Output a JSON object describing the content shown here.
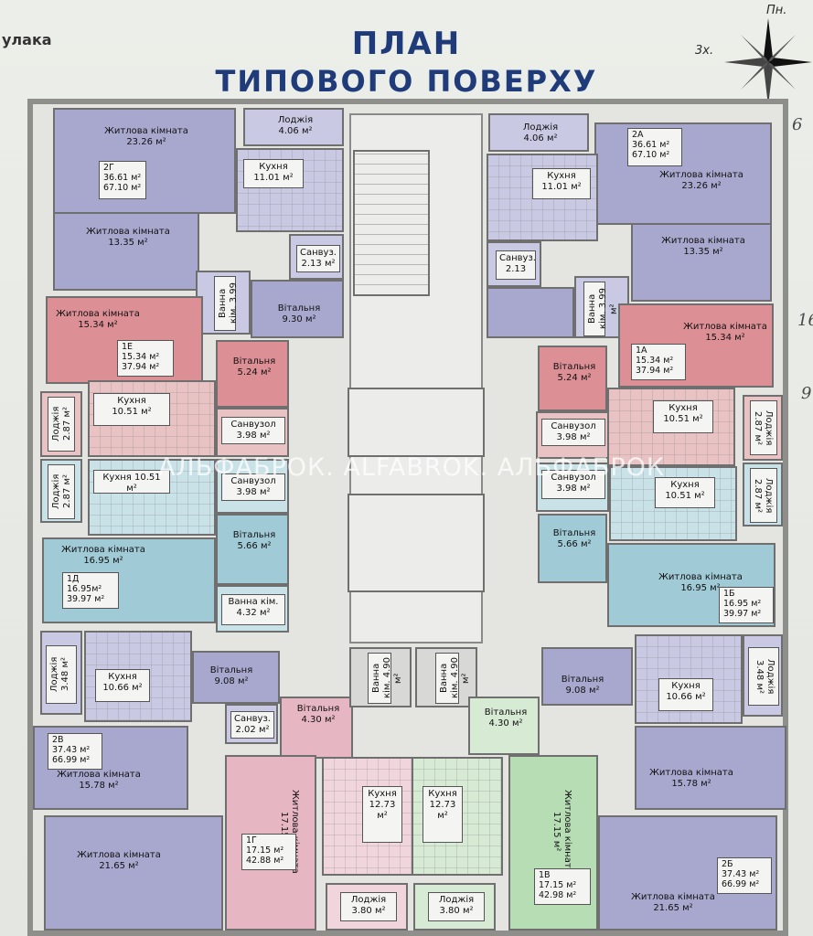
{
  "header": {
    "street": "улака",
    "title_line1": "ПЛАН",
    "title_line2": "ТИПОВОГО ПОВЕРХУ",
    "north": "Пн.",
    "note": "3х.",
    "pencil_marks": [
      "6",
      "16",
      "9"
    ]
  },
  "watermark": "АЛЬФАБРОК. ALFABROK. АЛЬФАБРОК",
  "labels": {
    "zhk": "Житлова кімната",
    "kukhnia": "Кухня",
    "vitalnia": "Вітальня",
    "loggia": "Лоджія",
    "sanvuz": "Санвуз.",
    "sanvuzol": "Санвузол",
    "vanna": "Ванна кім."
  },
  "units": {
    "u2g": {
      "code": "2Г",
      "living": "36.61 м²",
      "total": "67.10 м²"
    },
    "u2a": {
      "code": "2А",
      "living": "36.61 м²",
      "total": "67.10 м²"
    },
    "u1e": {
      "code": "1Е",
      "living": "15.34 м²",
      "total": "37.94 м²"
    },
    "u1a": {
      "code": "1А",
      "living": "15.34 м²",
      "total": "37.94 м²"
    },
    "u1d": {
      "code": "1Д",
      "living": "16.95м²",
      "total": "39.97 м²"
    },
    "u1b": {
      "code": "1Б",
      "living": "16.95 м²",
      "total": "39.97 м²"
    },
    "u2v": {
      "code": "2В",
      "living": "37.43 м²",
      "total": "66.99 м²"
    },
    "u2b": {
      "code": "2Б",
      "living": "37.43 м²",
      "total": "66.99 м²"
    },
    "u1g": {
      "code": "1Г",
      "living": "17.15 м²",
      "total": "42.88 м²"
    },
    "u1v": {
      "code": "1В",
      "living": "17.15 м²",
      "total": "42.98 м²"
    }
  },
  "areas": {
    "a2326": "23.26 м²",
    "a1335": "13.35 м²",
    "a406": "4.06 м²",
    "a1101": "11.01 м²",
    "a213": "2.13 м²",
    "a213b": "2.13",
    "a399": "3.99",
    "a399b": "3.99 м²",
    "a930": "9.30 м²",
    "a1534": "15.34 м²",
    "a524": "5.24 м²",
    "a1051": "10.51 м²",
    "a398": "3.98 м²",
    "a287": "2.87 м²",
    "a566": "5.66 м²",
    "a1695": "16.95 м²",
    "a432": "4.32 м²",
    "a1066": "10.66 м²",
    "a908": "9.08 м²",
    "a348": "3.48 м²",
    "a202": "2.02 м²",
    "a430": "4.30 м²",
    "a1578": "15.78 м²",
    "a2165": "21.65 м²",
    "a1715": "17.15 м²",
    "a490": "4.90 м²",
    "a1273": "12.73 м²",
    "a380": "3.80 м²"
  }
}
